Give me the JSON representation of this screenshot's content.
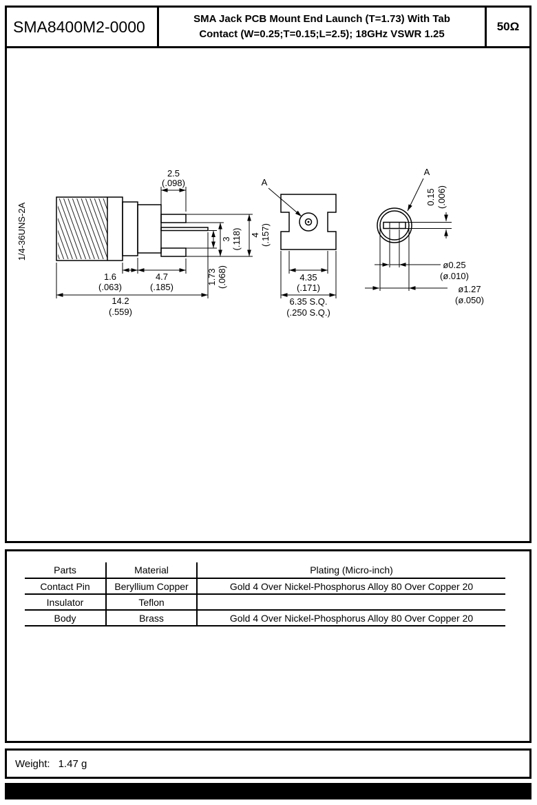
{
  "header": {
    "part_number": "SMA8400M2-0000",
    "title_line1": "SMA Jack PCB Mount End Launch (T=1.73) With Tab",
    "title_line2": "Contact (W=0.25;T=0.15;L=2.5); 18GHz VSWR 1.25",
    "impedance": "50Ω"
  },
  "drawing": {
    "side": {
      "thread": "1/4-36UNS-2A",
      "d25": "2.5",
      "d25i": "(.098)",
      "d3": "3",
      "d3i": "(.118)",
      "d4": "4",
      "d4i": "(.157)",
      "d173": "1.73",
      "d173i": "(.068)",
      "d16": "1.6",
      "d16i": "(.063)",
      "d47": "4.7",
      "d47i": "(.185)",
      "d142": "14.2",
      "d142i": "(.559)"
    },
    "front": {
      "section_label": "A",
      "d435": "4.35",
      "d435i": "(.171)",
      "dsq": "6.35 S.Q.",
      "dsqi": "(.250 S.Q.)"
    },
    "section": {
      "section_label": "A",
      "d015": "0.15",
      "d015i": "(.006)",
      "d025": "ø0.25",
      "d025i": "(ø.010)",
      "d127": "ø1.27",
      "d127i": "(ø.050)"
    }
  },
  "table": {
    "headers": [
      "Parts",
      "Material",
      "Plating (Micro-inch)"
    ],
    "rows": [
      [
        "Contact Pin",
        "Beryllium Copper",
        "Gold 4 Over Nickel-Phosphorus Alloy 80 Over Copper 20"
      ],
      [
        "Insulator",
        "Teflon",
        ""
      ],
      [
        "Body",
        "Brass",
        "Gold 4 Over Nickel-Phosphorus Alloy 80 Over Copper 20"
      ]
    ]
  },
  "footer": {
    "weight_label": "Weight:",
    "weight_value": "1.47 g"
  }
}
